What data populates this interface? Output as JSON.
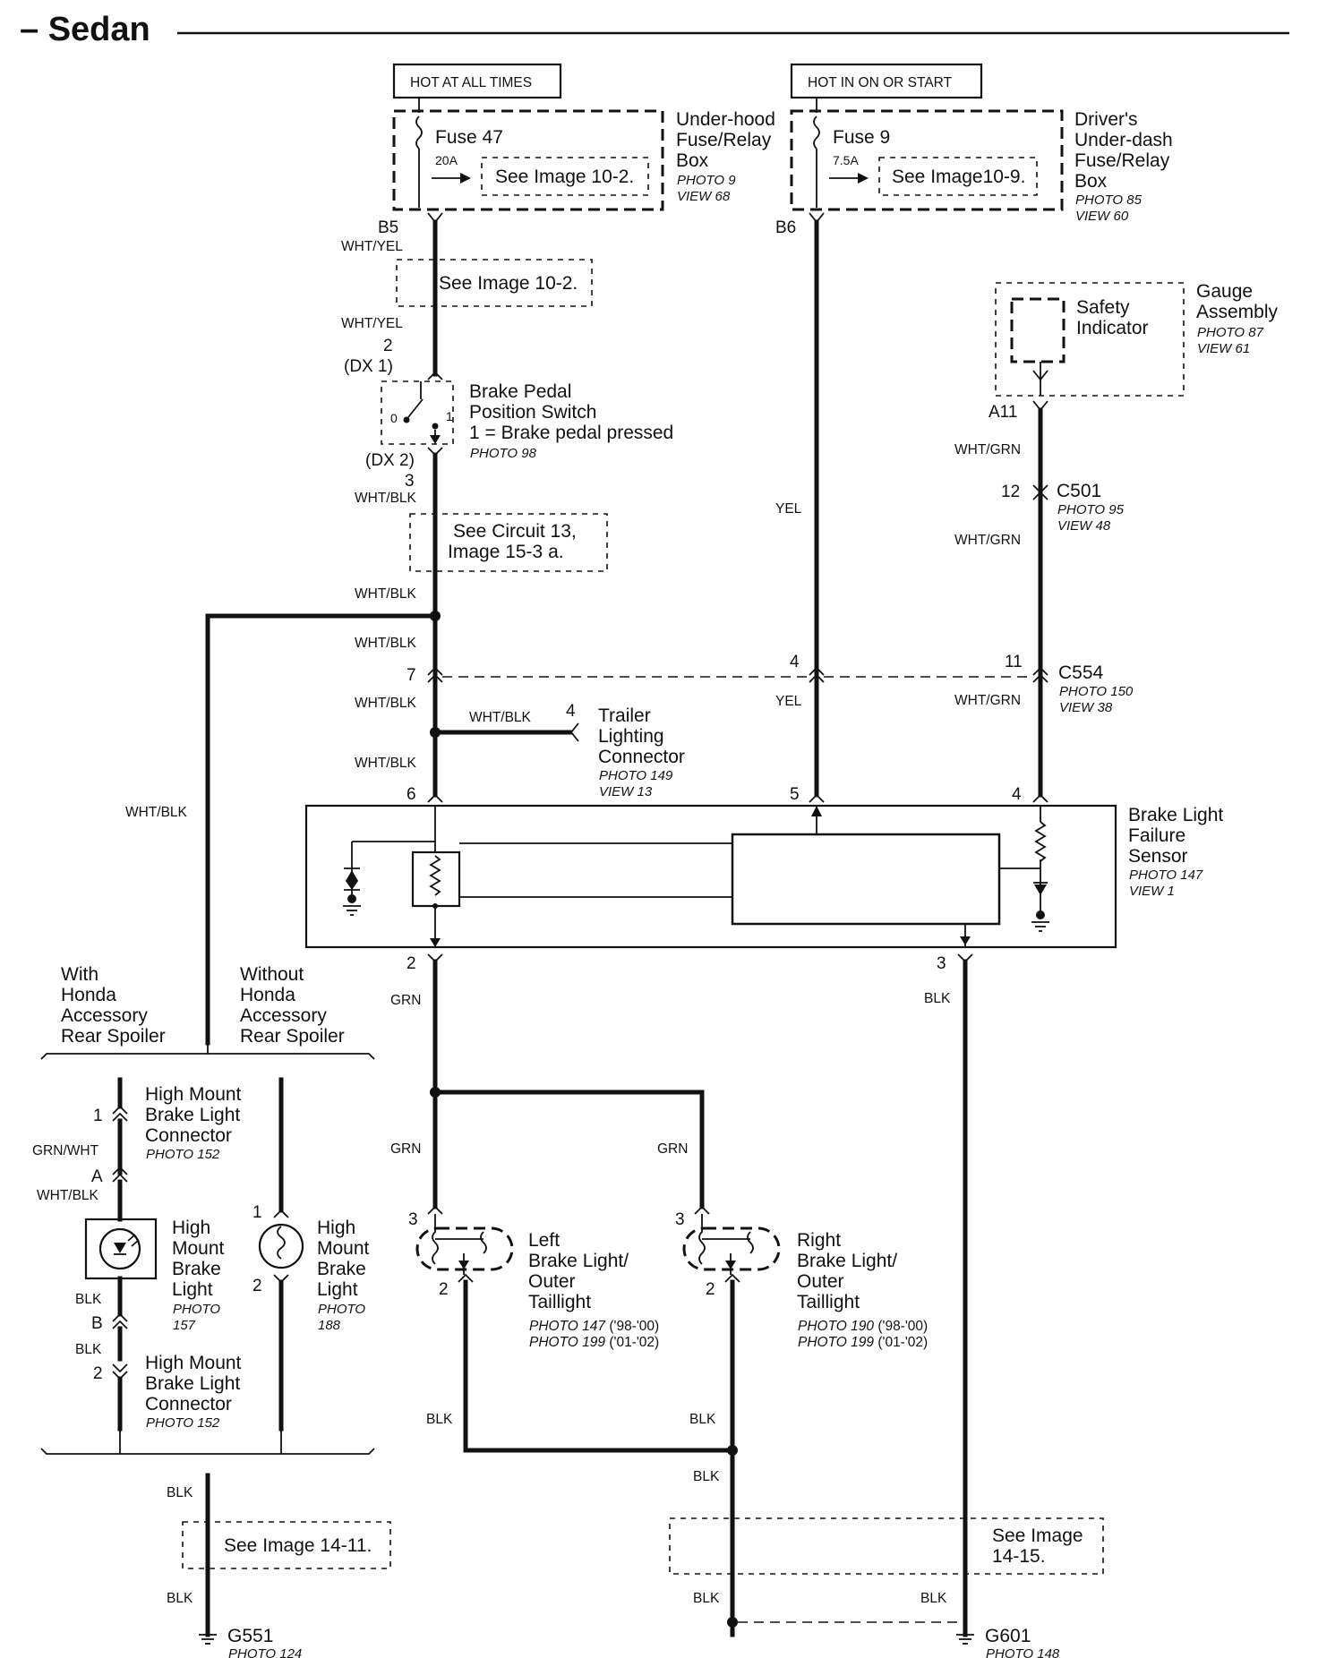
{
  "title": "– Sedan",
  "power": {
    "hot_always": "HOT AT ALL TIMES",
    "hot_on_start": "HOT IN ON OR START"
  },
  "fuse_left": {
    "fuse": "Fuse 47",
    "rating": "20A",
    "see": "See Image 10-2.",
    "box_lines": [
      "Under-hood",
      "Fuse/Relay",
      "Box"
    ],
    "photo": "PHOTO 9",
    "view": "VIEW 68",
    "terminal": "B5"
  },
  "fuse_right": {
    "fuse": "Fuse 9",
    "rating": "7.5A",
    "see": "See Image10-9.",
    "box_lines": [
      "Driver's",
      "Under-dash",
      "Fuse/Relay",
      "Box"
    ],
    "photo": "PHOTO 85",
    "view": "VIEW 60",
    "terminal": "B6"
  },
  "gauge": {
    "indicator_lines": [
      "Safety",
      "Indicator"
    ],
    "box_lines": [
      "Gauge",
      "Assembly"
    ],
    "photo": "PHOTO 87",
    "view": "VIEW 61",
    "terminal": "A11"
  },
  "brake_switch": {
    "lines": [
      "Brake Pedal",
      "Position Switch",
      "1 = Brake pedal pressed"
    ],
    "photo": "PHOTO 98",
    "pin_top": "2",
    "conn_top": "(DX 1)",
    "conn_bottom": "(DX 2)",
    "pin_bottom": "3",
    "pos0": "0",
    "pos1": "1"
  },
  "refs": {
    "see_10_2": "See Image 10-2.",
    "circuit_13": [
      "See Circuit 13,",
      "Image 15-3 a."
    ],
    "see_14_11": "See Image 14-11.",
    "see_14_15": [
      "See Image",
      "14-15."
    ]
  },
  "wires": {
    "wht_yel": "WHT/YEL",
    "wht_blk": "WHT/BLK",
    "wht_grn": "WHT/GRN",
    "yel": "YEL",
    "grn": "GRN",
    "blk": "BLK",
    "grn_wht": "GRN/WHT"
  },
  "c501": {
    "name": "C501",
    "pin": "12",
    "photo": "PHOTO 95",
    "view": "VIEW 48"
  },
  "c554": {
    "name": "C554",
    "pin_left": "7",
    "pin_mid": "4",
    "pin_right": "11",
    "photo": "PHOTO 150",
    "view": "VIEW 38"
  },
  "trailer": {
    "pin": "4",
    "lines": [
      "Trailer",
      "Lighting",
      "Connector"
    ],
    "photo": "PHOTO 149",
    "view": "VIEW 13"
  },
  "sensor": {
    "lines": [
      "Brake Light",
      "Failure",
      "Sensor"
    ],
    "photo": "PHOTO 147",
    "view": "VIEW 1",
    "pin_6": "6",
    "pin_5": "5",
    "pin_4": "4",
    "pin_2": "2",
    "pin_3": "3"
  },
  "spoiler": {
    "with": [
      "With",
      "Honda",
      "Accessory",
      "Rear Spoiler"
    ],
    "without": [
      "Without",
      "Honda",
      "Accessory",
      "Rear Spoiler"
    ]
  },
  "hm_connector_top": {
    "pin": "1",
    "lines": [
      "High Mount",
      "Brake Light",
      "Connector"
    ],
    "photo": "PHOTO 152"
  },
  "hm_connector_bottom": {
    "pin": "2",
    "lines": [
      "High Mount",
      "Brake Light",
      "Connector"
    ],
    "photo": "PHOTO 152"
  },
  "hm_light_a": {
    "pin_a": "A",
    "pin_b": "B",
    "lines": [
      "High",
      "Mount",
      "Brake",
      "Light"
    ],
    "photo": [
      "PHOTO",
      "157"
    ]
  },
  "hm_light_b": {
    "pin_1": "1",
    "pin_2": "2",
    "lines": [
      "High",
      "Mount",
      "Brake",
      "Light"
    ],
    "photo": [
      "PHOTO",
      "188"
    ]
  },
  "left_light": {
    "pin_top": "3",
    "pin_bottom": "2",
    "lines": [
      "Left",
      "Brake Light/",
      "Outer",
      "Taillight"
    ],
    "photo_1_italic": "PHOTO 147",
    "photo_1_rest": " ('98-'00)",
    "photo_2_italic": "PHOTO 199",
    "photo_2_rest": " ('01-'02)"
  },
  "right_light": {
    "pin_top": "3",
    "pin_bottom": "2",
    "lines": [
      "Right",
      "Brake Light/",
      "Outer",
      "Taillight"
    ],
    "photo_1_italic": "PHOTO 190",
    "photo_1_rest": " ('98-'00)",
    "photo_2_italic": "PHOTO 199",
    "photo_2_rest": " ('01-'02)"
  },
  "grounds": {
    "g551": {
      "name": "G551",
      "photo": "PHOTO 124"
    },
    "g601": {
      "name": "G601",
      "photo": "PHOTO 148"
    }
  }
}
